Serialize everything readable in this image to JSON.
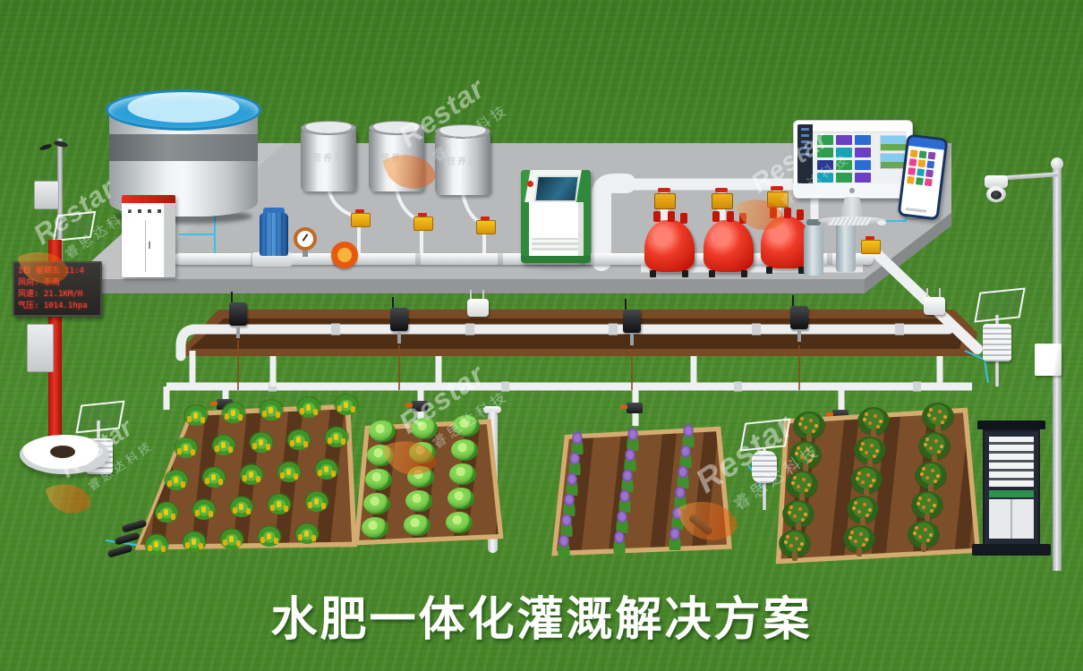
{
  "title": "水肥一体化灌溉解决方案",
  "watermark": {
    "brand": "Restar",
    "company": "睿思达科技"
  },
  "led_display": {
    "lines": [
      "1日 星期五 11:4",
      "风向:  东南",
      "风速:  21.1KM/H",
      "气压:  1014.1hpa"
    ]
  },
  "labels": {
    "nutrient_tank": "营养液"
  },
  "monitor": {
    "tiles": [
      "#2e9e4f",
      "#6b3fc4",
      "#2b6cd4",
      "#2e9e4f",
      "#17a2b8",
      "#6b3fc4",
      "#2b3a8f",
      "#2e9e4f",
      "#2b6cd4",
      "#17a2b8",
      "#2e9e4f",
      "#6b3fc4"
    ]
  },
  "phone": {
    "tiles": [
      "#f4a321",
      "#2e9e4f",
      "#8e44ad",
      "#e84393",
      "#f4a321",
      "#2b6cd4",
      "#e84393",
      "#17a2b8",
      "#8e44ad",
      "#f4a321",
      "#2e9e4f",
      "#e84393"
    ]
  },
  "colors": {
    "grass": "#478429",
    "platform": "#b7b9bb",
    "trench": "#7a4a26",
    "trench_dark": "#4e2e15",
    "pipe_white": "#eef0f2",
    "tank_rim_blue": "#2d9fd8",
    "machine_green": "#2f8a3b",
    "red_tank": "#d81f10",
    "valve_yellow": "#f2b21a",
    "wire_cyan": "#35c4e8",
    "led_text": "#ff4135",
    "watermark_orange": "#f07b1e",
    "soil_bed": "#6b4223",
    "field_border": "#d4ac70"
  }
}
